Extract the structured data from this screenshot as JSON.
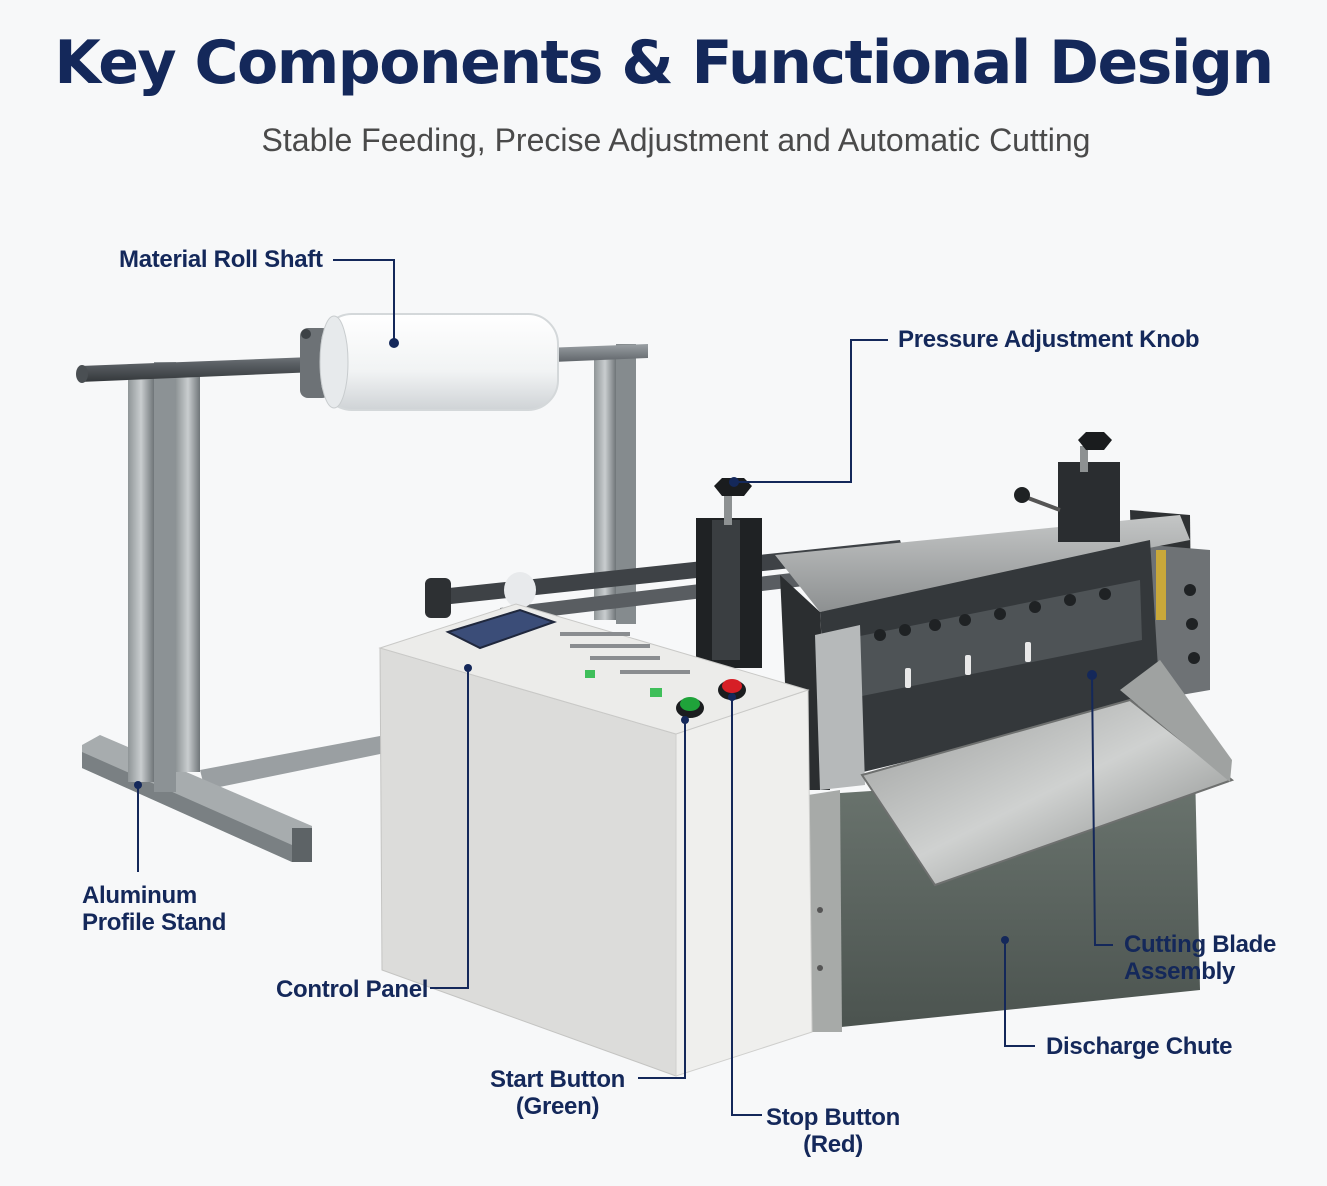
{
  "header": {
    "title": "Key Components & Functional Design",
    "subtitle": "Stable Feeding, Precise Adjustment and Automatic Cutting"
  },
  "labels": {
    "material_roll_shaft": "Material Roll Shaft",
    "pressure_adjustment_knob": "Pressure Adjustment Knob",
    "aluminum_profile_stand": {
      "line1": "Aluminum",
      "line2": "Profile Stand"
    },
    "control_panel": "Control Panel",
    "cutting_blade_assembly": {
      "line1": "Cutting Blade",
      "line2": "Assembly"
    },
    "discharge_chute": "Discharge Chute",
    "start_button": {
      "line1": "Start Button",
      "line2": "(Green)"
    },
    "stop_button": {
      "line1": "Stop Button",
      "line2": "(Red)"
    }
  },
  "colors": {
    "title": "#14285a",
    "subtitle": "#4a4a4a",
    "callout_line": "#14285a",
    "start_button": "#1fa33a",
    "stop_button": "#d61f26",
    "lcd_screen": "#3b4d78",
    "machine_body": "#e9e9e7",
    "base_cabinet": "#5d6661"
  }
}
